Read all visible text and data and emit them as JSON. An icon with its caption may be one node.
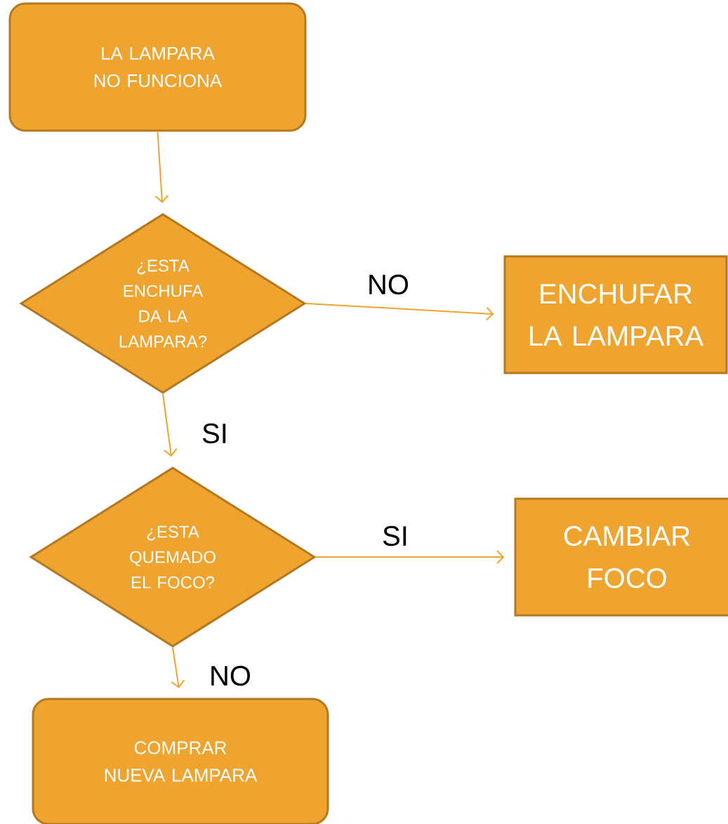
{
  "diagram": {
    "nodes": [
      {
        "text": [
          "LA LAMPARA NO FUNCIONA"
        ]
      },
      {
        "text": [
          "¿ESTA ENCHUFA DA LA LAMPARA?"
        ]
      },
      {
        "text": [
          "ENCHUFAR LA LAMPARA"
        ]
      },
      {
        "text": [
          "¿ESTA QUEMADO EL FOCO?"
        ]
      },
      {
        "text": [
          "CAMBIAR FOCO"
        ]
      },
      {
        "text": [
          "COMPRAR NUEVA LAMPARA"
        ]
      }
    ],
    "edges": [
      {
        "from": 0,
        "to": 1,
        "arrow": "to"
      },
      {
        "from": 1,
        "to": 2,
        "arrow": "to",
        "label": "NO"
      },
      {
        "from": 1,
        "to": 3,
        "arrow": "to",
        "label": "SI"
      },
      {
        "from": 3,
        "to": 4,
        "arrow": "to",
        "label": "SI"
      },
      {
        "from": 3,
        "to": 5,
        "arrow": "to",
        "label": "NO"
      }
    ]
  }
}
